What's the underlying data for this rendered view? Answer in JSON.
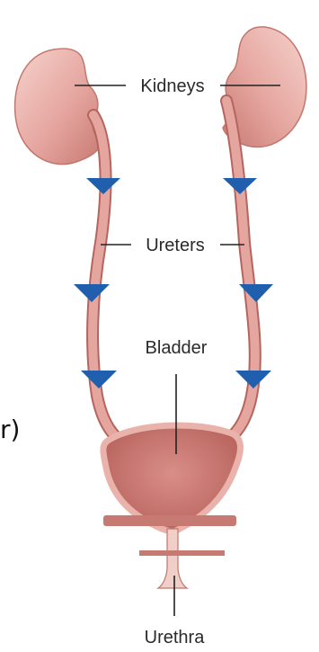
{
  "diagram": {
    "labels": {
      "kidneys": "Kidneys",
      "ureters": "Ureters",
      "bladder": "Bladder",
      "urethra": "Urethra"
    },
    "edge_text_fragment": "r)",
    "colors": {
      "tissue": "#e6a6a0",
      "tissue_dark": "#b5655e",
      "tissue_light": "#f6d2cc",
      "flow_arrow": "#1f5fae",
      "leader_line": "#222222"
    }
  }
}
